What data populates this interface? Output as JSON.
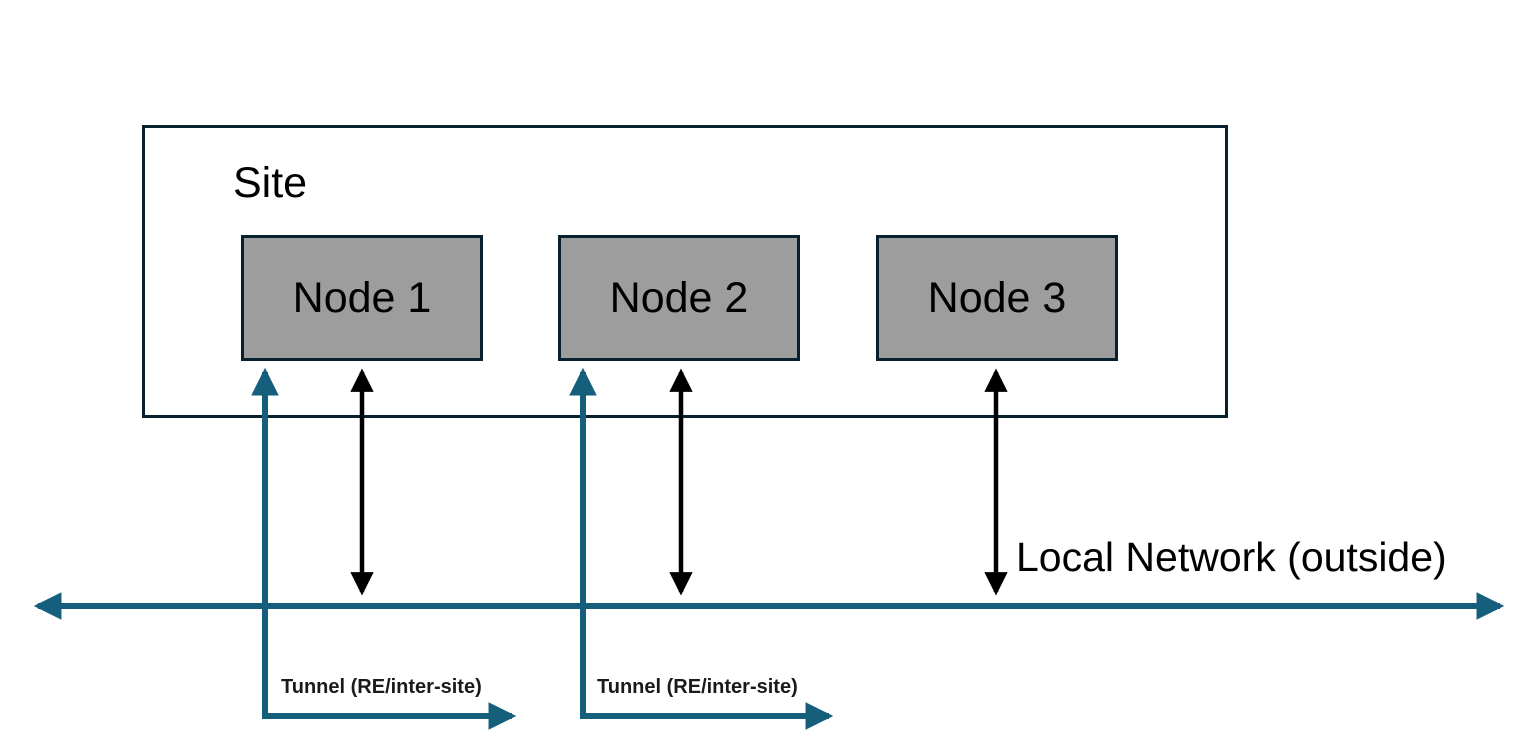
{
  "diagram": {
    "site": {
      "label": "Site"
    },
    "nodes": [
      {
        "label": "Node 1"
      },
      {
        "label": "Node 2"
      },
      {
        "label": "Node 3"
      }
    ],
    "network": {
      "label": "Local Network (outside)"
    },
    "tunnels": [
      {
        "label": "Tunnel (RE/inter-site)"
      },
      {
        "label": "Tunnel (RE/inter-site)"
      }
    ],
    "colors": {
      "tunnel_and_network_line": "#155f7c",
      "node_fill": "#9d9d9d",
      "box_border": "#07222e",
      "local_link_arrow": "#000000",
      "background": "#ffffff"
    }
  }
}
